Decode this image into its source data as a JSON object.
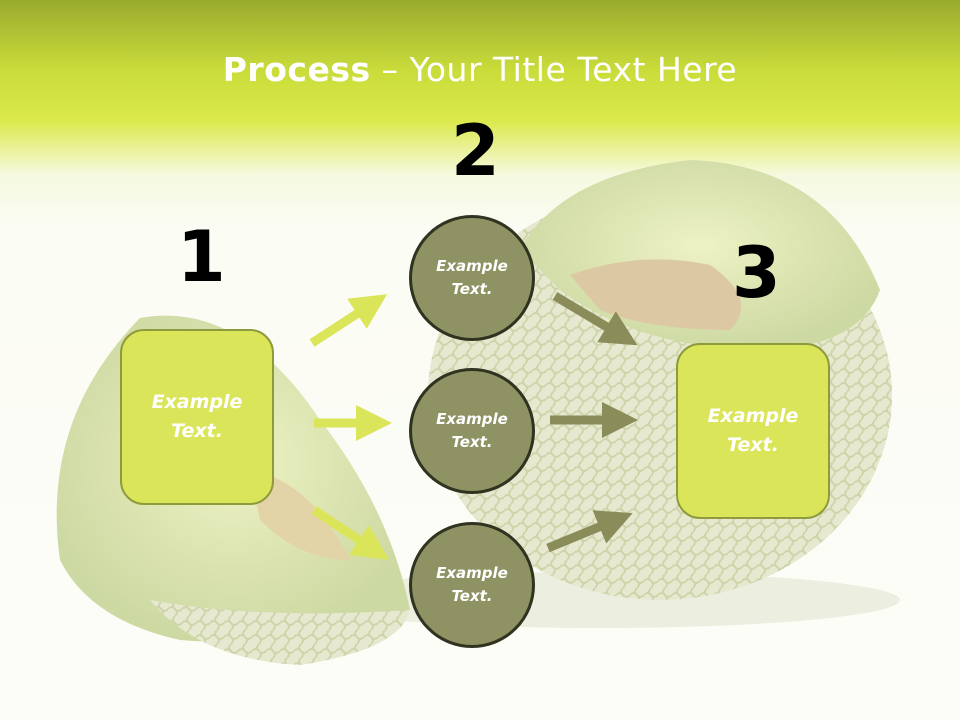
{
  "title": {
    "bold": "Process",
    "rest": " – Your Title Text Here"
  },
  "steps": [
    {
      "number": "1",
      "text": "Example Text."
    },
    {
      "number": "2",
      "text": "Example Text."
    },
    {
      "number": "3",
      "text": "Example Text."
    }
  ],
  "circles": [
    {
      "text": "Example Text."
    },
    {
      "text": "Example Text."
    },
    {
      "text": "Example Text."
    }
  ],
  "colors": {
    "header": "#c9dc3a",
    "box_fill": "#dbe559",
    "circle_fill": "#8f9262",
    "arrow_light": "#dbe559",
    "arrow_dark": "#8a8c5a"
  }
}
